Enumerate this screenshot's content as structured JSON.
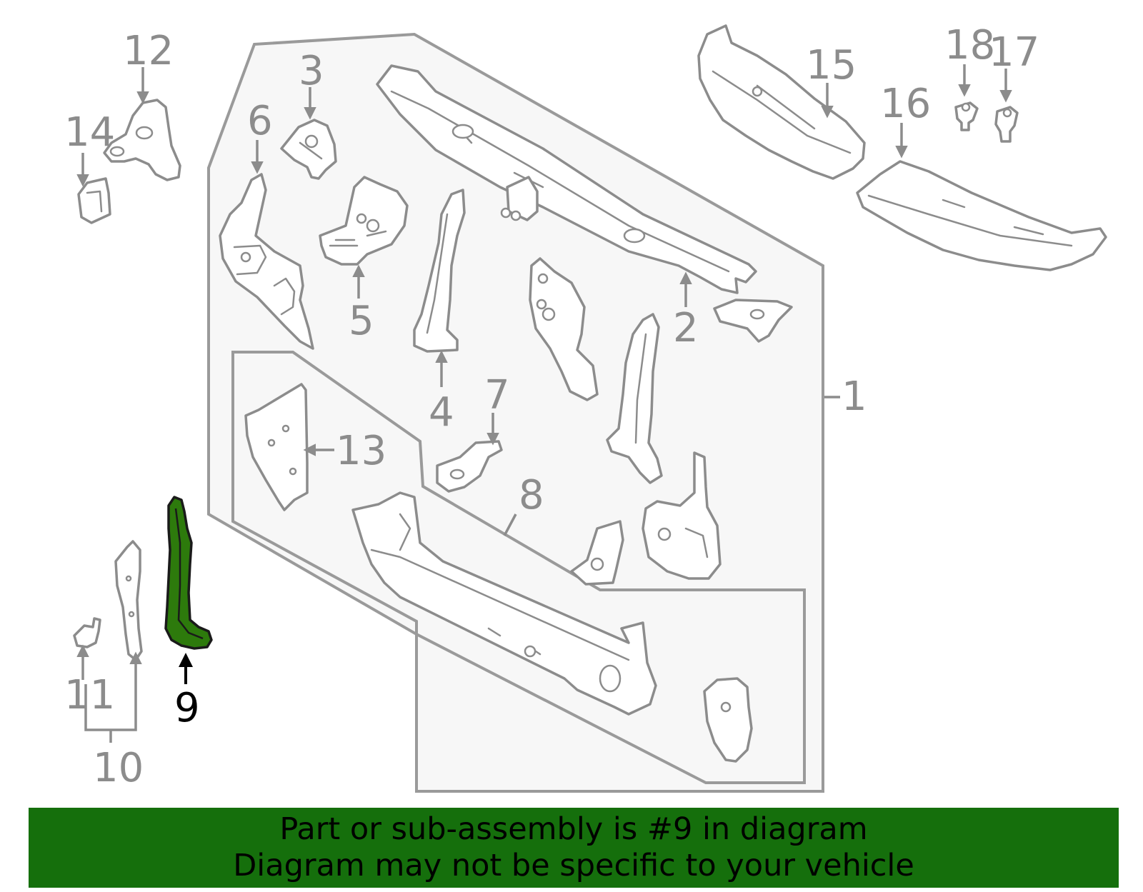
{
  "colors": {
    "highlight_part": "#2d7a0c",
    "banner_background": "#156f0c",
    "line_gray": "#8c8c8c",
    "panel_fill": "#f7f7f7"
  },
  "diagram": {
    "highlighted_callout": "9",
    "callouts": {
      "c1": "1",
      "c2": "2",
      "c3": "3",
      "c4": "4",
      "c5": "5",
      "c6": "6",
      "c7": "7",
      "c8": "8",
      "c9": "9",
      "c10": "10",
      "c11": "11",
      "c12": "12",
      "c13": "13",
      "c14": "14",
      "c15": "15",
      "c16": "16",
      "c17": "17",
      "c18": "18"
    }
  },
  "banner": {
    "line1": "Part or sub-assembly is #9 in diagram",
    "line2": "Diagram may not be specific to your vehicle"
  }
}
